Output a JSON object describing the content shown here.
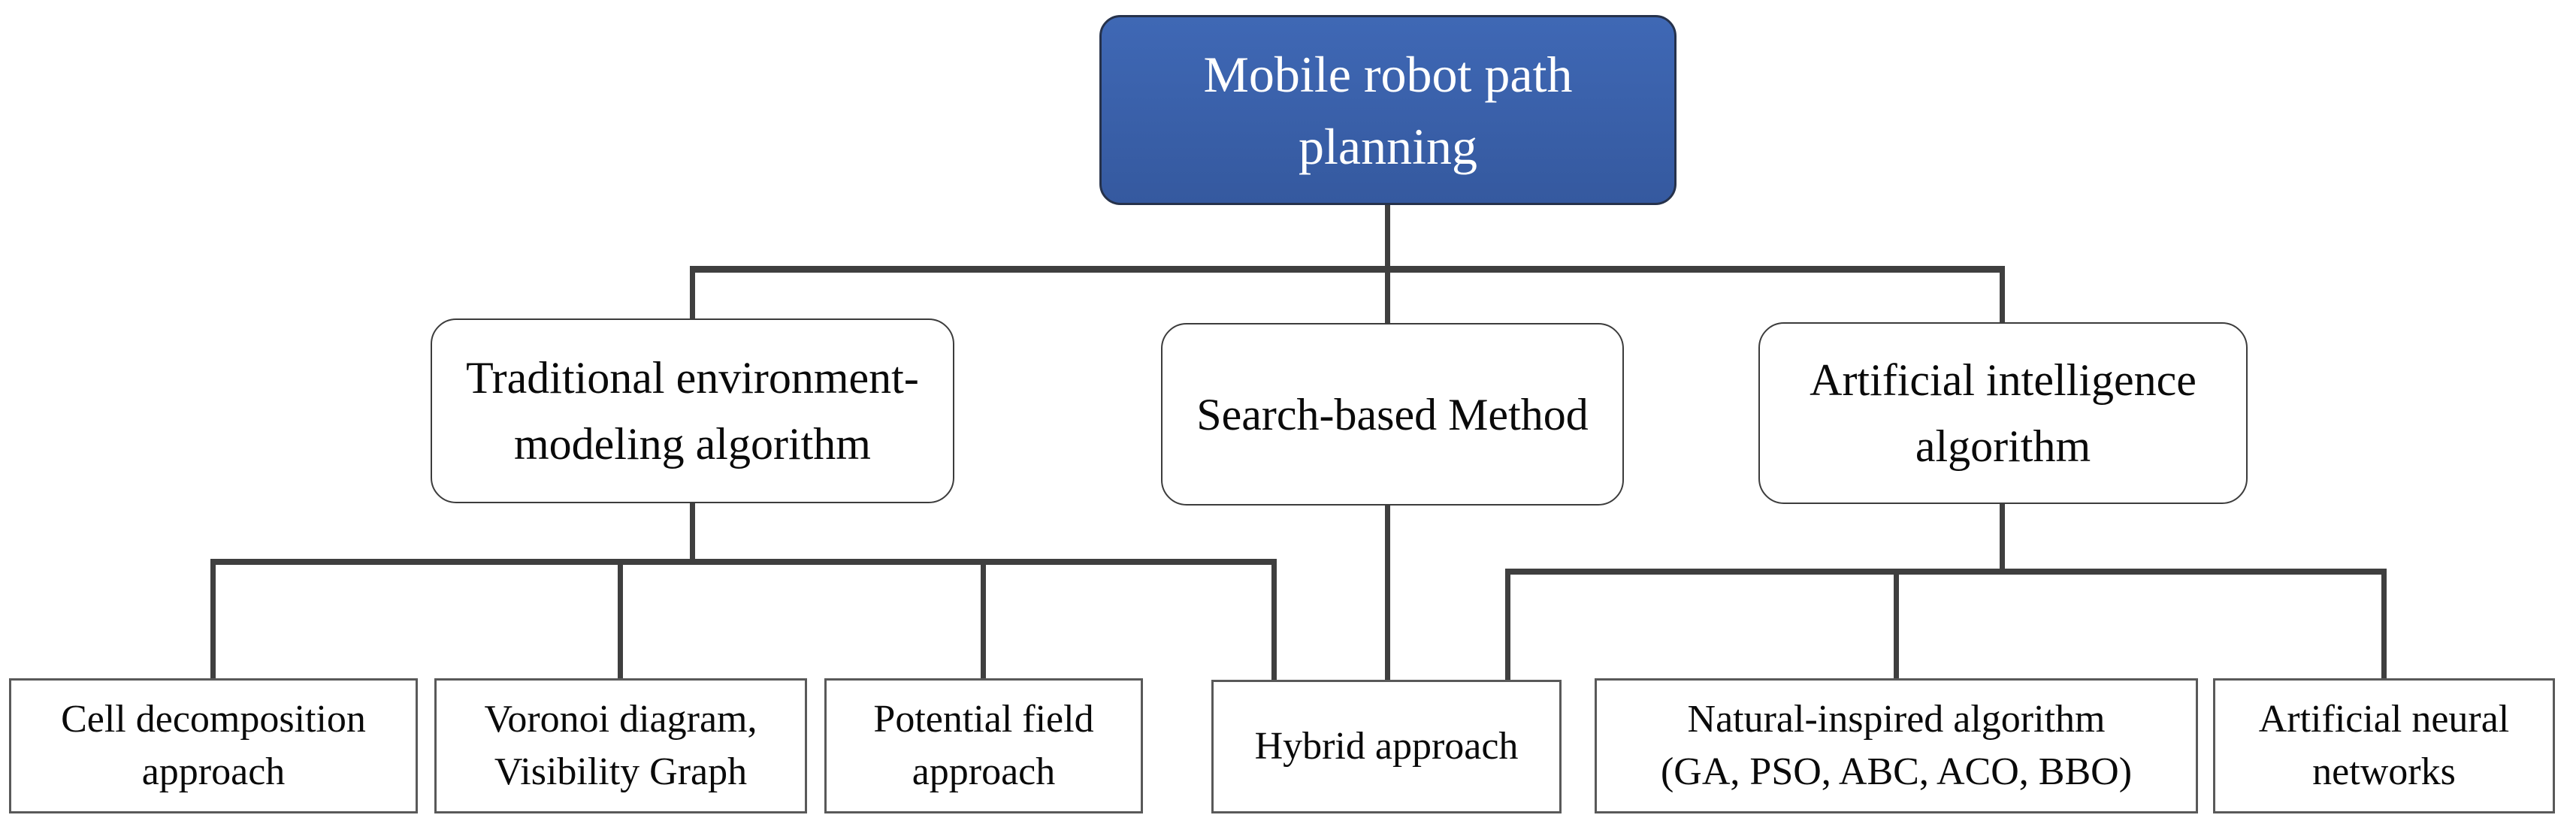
{
  "diagram": {
    "title": "Mobile robot path planning",
    "nodes": {
      "root": {
        "label": "Mobile robot path\nplanning"
      },
      "traditional": {
        "label": "Traditional environment-\nmodeling algorithm"
      },
      "search": {
        "label": "Search-based Method"
      },
      "ai": {
        "label": "Artificial intelligence\nalgorithm"
      },
      "cell": {
        "label": "Cell decomposition\napproach"
      },
      "voronoi": {
        "label": "Voronoi diagram,\nVisibility Graph"
      },
      "potential": {
        "label": "Potential field\napproach"
      },
      "hybrid": {
        "label": "Hybrid approach"
      },
      "natural": {
        "label": "Natural-inspired algorithm\n(GA, PSO, ABC, ACO, BBO)"
      },
      "ann": {
        "label": "Artificial neural\nnetworks"
      }
    },
    "edges": [
      {
        "from": "root",
        "to": "traditional"
      },
      {
        "from": "root",
        "to": "search"
      },
      {
        "from": "root",
        "to": "ai"
      },
      {
        "from": "traditional",
        "to": "cell"
      },
      {
        "from": "traditional",
        "to": "voronoi"
      },
      {
        "from": "traditional",
        "to": "potential"
      },
      {
        "from": "traditional",
        "to": "hybrid"
      },
      {
        "from": "search",
        "to": "hybrid"
      },
      {
        "from": "ai",
        "to": "hybrid"
      },
      {
        "from": "ai",
        "to": "natural"
      },
      {
        "from": "ai",
        "to": "ann"
      }
    ],
    "colors": {
      "root_fill_top": "#3f68b5",
      "root_fill_bottom": "#35599f",
      "root_border": "#26324b",
      "root_text": "#ffffff",
      "line": "#3f3f3f",
      "box_border": "#3c3c3c",
      "leaf_border": "#595959",
      "text": "#0a0a0a",
      "bg": "#ffffff"
    }
  }
}
